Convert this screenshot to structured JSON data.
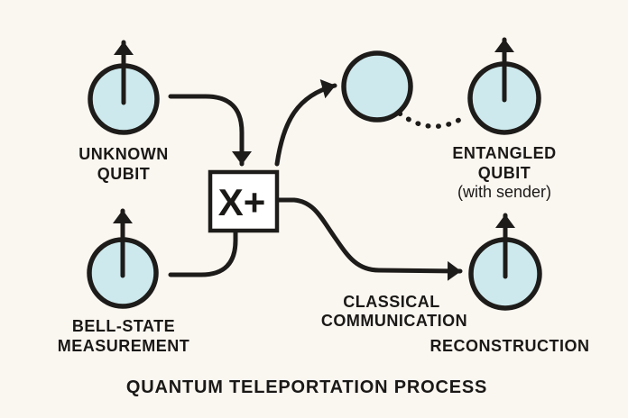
{
  "diagram_title": "QUANTUM TELEPORTATION PROCESS",
  "colors": {
    "background": "#FAF6F0",
    "qubit_fill": "#CDE9ED",
    "gate_fill": "#FFFFFF",
    "ink": "#1E1C1A",
    "text": "#1B1917"
  },
  "nodes": {
    "unknown_qubit": {
      "line1": "UNKNOWN",
      "line2": "QUBIT"
    },
    "bell_state_measurement": {
      "line1": "BELL-STATE",
      "line2": "MEASUREMENT"
    },
    "gate": {
      "label": "X+"
    },
    "entangled_qubit": {
      "line1": "ENTANGLED",
      "line2": "QUBIT",
      "line3": "(with sender)"
    },
    "reconstruction": {
      "label": "RECONSTRUCTION"
    }
  },
  "edges": {
    "classical_communication": {
      "line1": "CLASSICAL",
      "line2": "COMMUNICATION"
    }
  }
}
